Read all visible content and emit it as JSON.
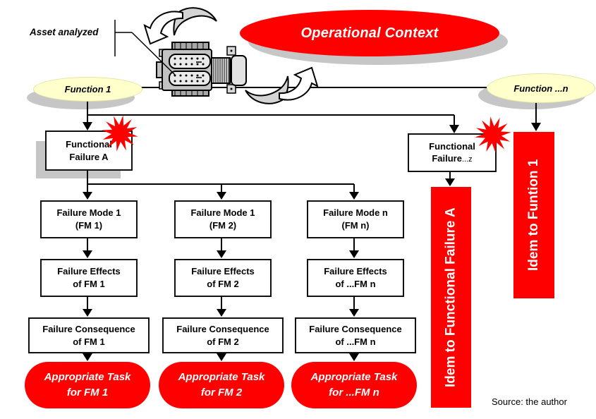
{
  "colors": {
    "accent_red": "#ff0000",
    "function_yellow": "#ffffcc",
    "shadow_gray": "#c6c6c6",
    "line_black": "#000000"
  },
  "labels": {
    "asset": "Asset analyzed",
    "operational_context": "Operational Context",
    "function_1": "Function 1",
    "function_n": "Function ...n",
    "functional_failure_a": "Functional\nFailure A",
    "ff_z_line1": "Functional",
    "ff_z_line2": "Failure",
    "ff_z_suffix": "...z",
    "idem_failure_bar": "Idem to Functional Failure A",
    "idem_function_bar": "Idem to Funtion 1",
    "source": "Source: the author"
  },
  "columns": [
    {
      "mode": "Failure Mode 1\n(FM 1)",
      "effects": "Failure Effects\nof FM 1",
      "consequence": "Failure Consequence\nof FM 1",
      "task": "Appropriate Task\nfor FM 1"
    },
    {
      "mode": "Failure Mode 1\n(FM 2)",
      "effects": "Failure Effects\nof FM 2",
      "consequence": "Failure Consequence\nof FM 2",
      "task": "Appropriate Task\nfor FM 2"
    },
    {
      "mode": "Failure Mode n\n(FM n)",
      "effects": "Failure Effects\nof ...FM n",
      "consequence": "Failure Consequence\nof ...FM n",
      "task": "Appropriate Task\nfor ...FM n"
    }
  ],
  "icons": {
    "engine": "engine-clipart",
    "curved_arrow_top": "curved-arrow-icon",
    "curved_arrow_bottom": "curved-arrow-icon",
    "starburst": "starburst-icon"
  }
}
